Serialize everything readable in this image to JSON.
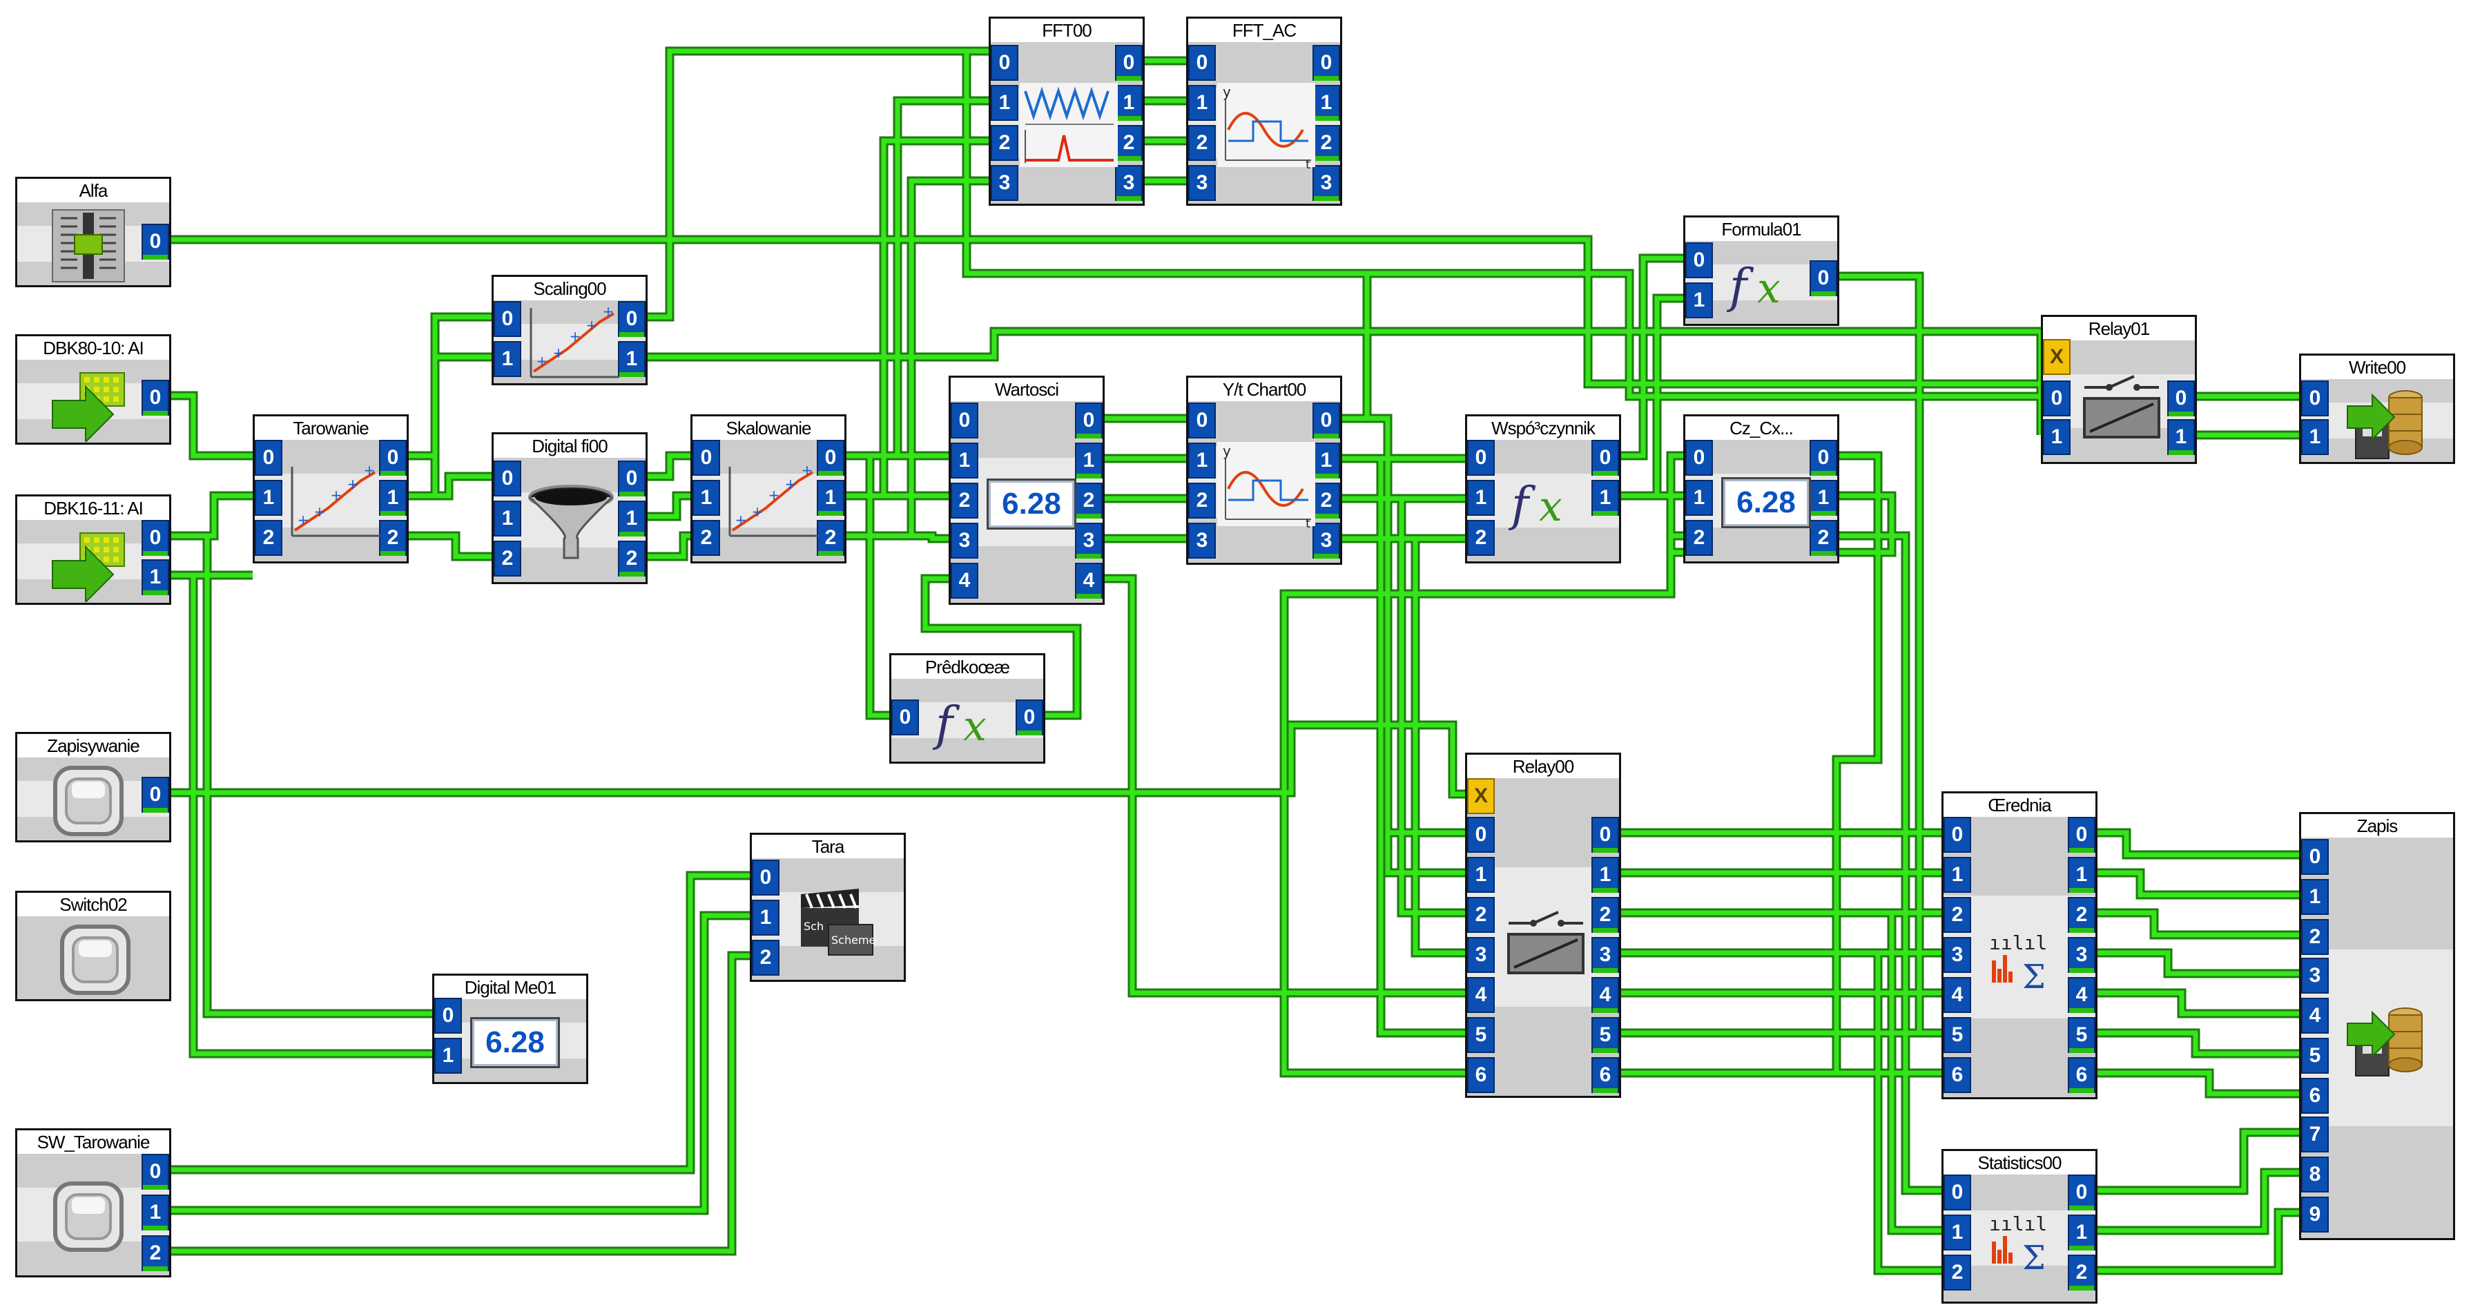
{
  "blocks": {
    "alfa": {
      "title": "Alfa",
      "outputs": [
        "0"
      ]
    },
    "dbk80": {
      "title": "DBK80-10: AI",
      "outputs": [
        "0"
      ]
    },
    "dbk16": {
      "title": "DBK16-11: AI",
      "outputs": [
        "0",
        "1"
      ]
    },
    "zapisywanie": {
      "title": "Zapisywanie",
      "outputs": [
        "0"
      ]
    },
    "switch02": {
      "title": "Switch02"
    },
    "sw_tarowanie": {
      "title": "SW_Tarowanie",
      "outputs": [
        "0",
        "1",
        "2"
      ]
    },
    "tarowanie": {
      "title": "Tarowanie",
      "inputs": [
        "0",
        "1",
        "2"
      ],
      "outputs": [
        "0",
        "1",
        "2"
      ]
    },
    "scaling00": {
      "title": "Scaling00",
      "inputs": [
        "0",
        "1"
      ],
      "outputs": [
        "0",
        "1"
      ]
    },
    "digital_fi00": {
      "title": "Digital fi00",
      "inputs": [
        "0",
        "1",
        "2"
      ],
      "outputs": [
        "0",
        "1",
        "2"
      ]
    },
    "skalowanie": {
      "title": "Skalowanie",
      "inputs": [
        "0",
        "1",
        "2"
      ],
      "outputs": [
        "0",
        "1",
        "2"
      ]
    },
    "fft00": {
      "title": "FFT00",
      "inputs": [
        "0",
        "1",
        "2",
        "3"
      ],
      "outputs": [
        "0",
        "1",
        "2",
        "3"
      ]
    },
    "fft_ac": {
      "title": "FFT_AC",
      "inputs": [
        "0",
        "1",
        "2",
        "3"
      ],
      "outputs": [
        "0",
        "1",
        "2",
        "3"
      ]
    },
    "wartosci": {
      "title": "Wartosci",
      "inputs": [
        "0",
        "1",
        "2",
        "3",
        "4"
      ],
      "outputs": [
        "0",
        "1",
        "2",
        "3",
        "4"
      ],
      "display": "6.28"
    },
    "yt_chart00": {
      "title": "Y/t Chart00",
      "inputs": [
        "0",
        "1",
        "2",
        "3"
      ],
      "outputs": [
        "0",
        "1",
        "2",
        "3"
      ]
    },
    "predkosc": {
      "title": "Prêdkoœæ",
      "inputs": [
        "0"
      ],
      "outputs": [
        "0"
      ]
    },
    "tara": {
      "title": "Tara",
      "inputs": [
        "0",
        "1",
        "2"
      ],
      "icon_labels": [
        "Sch",
        "Scheme"
      ]
    },
    "digital_me01": {
      "title": "Digital Me01",
      "inputs": [
        "0",
        "1"
      ],
      "display": "6.28"
    },
    "formula01": {
      "title": "Formula01",
      "inputs": [
        "0",
        "1"
      ],
      "outputs": [
        "0"
      ]
    },
    "wspolczynnik": {
      "title": "Wspó³czynnik",
      "inputs": [
        "0",
        "1",
        "2"
      ],
      "outputs": [
        "0",
        "1"
      ]
    },
    "cz_cx": {
      "title": "Cz_Cx...",
      "inputs": [
        "0",
        "1",
        "2"
      ],
      "outputs": [
        "0",
        "1",
        "2"
      ],
      "display": "6.28"
    },
    "relay01": {
      "title": "Relay01",
      "control": "X",
      "inputs": [
        "0",
        "1"
      ],
      "outputs": [
        "0",
        "1"
      ]
    },
    "write00": {
      "title": "Write00",
      "inputs": [
        "0",
        "1"
      ]
    },
    "relay00": {
      "title": "Relay00",
      "control": "X",
      "inputs": [
        "0",
        "1",
        "2",
        "3",
        "4",
        "5",
        "6"
      ],
      "outputs": [
        "0",
        "1",
        "2",
        "3",
        "4",
        "5",
        "6"
      ]
    },
    "srednia": {
      "title": "Œrednia",
      "inputs": [
        "0",
        "1",
        "2",
        "3",
        "4",
        "5",
        "6"
      ],
      "outputs": [
        "0",
        "1",
        "2",
        "3",
        "4",
        "5",
        "6"
      ]
    },
    "statistics00": {
      "title": "Statistics00",
      "inputs": [
        "0",
        "1",
        "2"
      ],
      "outputs": [
        "0",
        "1",
        "2"
      ]
    },
    "zapis": {
      "title": "Zapis",
      "inputs": [
        "0",
        "1",
        "2",
        "3",
        "4",
        "5",
        "6",
        "7",
        "8",
        "9"
      ]
    }
  },
  "colors": {
    "wire_dark": "#1f7a10",
    "wire_light": "#35e51a",
    "pin_blue": "#0b4fb3",
    "pin_control": "#f2c10a",
    "display_text": "#0a52c2",
    "block_body": "#cdcdcd"
  },
  "icons": {
    "alfa": "slider-icon",
    "dbk80": "daq-input-icon",
    "dbk16": "daq-input-icon",
    "zapisywanie": "toggle-switch-icon",
    "switch02": "toggle-switch-icon",
    "sw_tarowanie": "toggle-switch-icon",
    "tarowanie": "scaling-chart-icon",
    "scaling00": "scaling-chart-icon",
    "digital_fi00": "filter-funnel-icon",
    "skalowanie": "scaling-chart-icon",
    "fft00": "fft-spectrum-icon",
    "fft_ac": "yt-chart-icon",
    "yt_chart00": "yt-chart-icon",
    "predkosc": "formula-fx-icon",
    "tara": "scheme-clapper-icon",
    "formula01": "formula-fx-icon",
    "wspolczynnik": "formula-fx-icon",
    "relay01": "relay-switch-icon",
    "relay00": "relay-switch-icon",
    "write00": "file-write-icon",
    "srednia": "statistics-sigma-icon",
    "statistics00": "statistics-sigma-icon",
    "zapis": "file-write-icon"
  }
}
